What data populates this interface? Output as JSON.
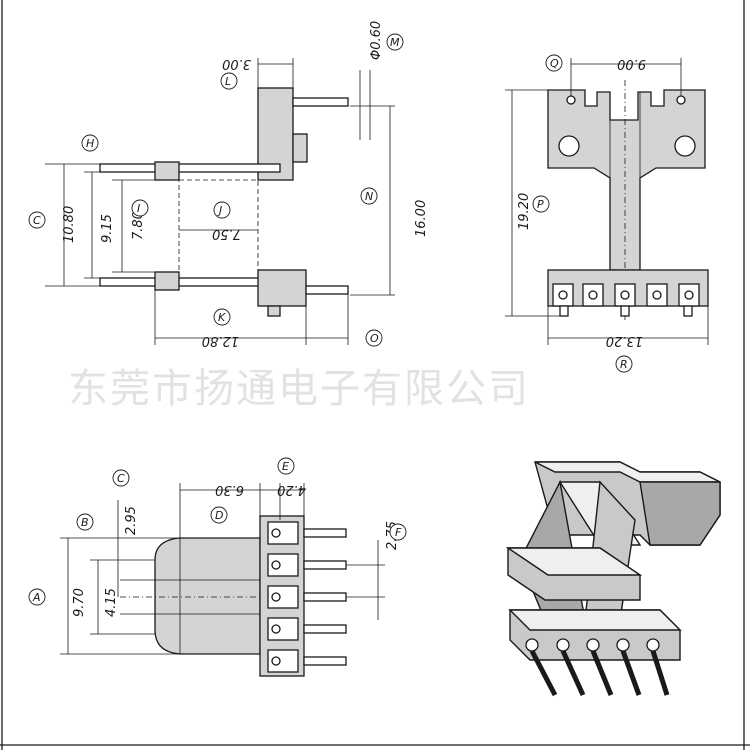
{
  "watermark": "东莞市扬通电子有限公司",
  "views": {
    "side_view": {
      "dims": {
        "L": "3.00",
        "M": "Φ0.60",
        "H": "H",
        "C": "10.80",
        "I": "9.15",
        "I2": "7.80",
        "J": "7.50",
        "N": "16.00",
        "K": "12.80",
        "O": "O"
      },
      "labels": {
        "L": "L",
        "M": "M",
        "H": "H",
        "C": "C",
        "I": "I",
        "J": "J",
        "N": "N",
        "K": "K",
        "O": "O"
      }
    },
    "front_view": {
      "dims": {
        "Q": "9.00",
        "P": "19.20",
        "R": "13.20"
      },
      "labels": {
        "Q": "Q",
        "P": "P",
        "R": "R"
      }
    },
    "bottom_view": {
      "dims": {
        "C": "2.95",
        "D": "6.30",
        "E": "4.20",
        "F": "2.75",
        "B": "4.15",
        "A": "9.70"
      },
      "labels": {
        "A": "A",
        "B": "B",
        "C": "C",
        "D": "D",
        "E": "E",
        "F": "F"
      }
    },
    "iso_view": {
      "pin_count": 5
    }
  }
}
